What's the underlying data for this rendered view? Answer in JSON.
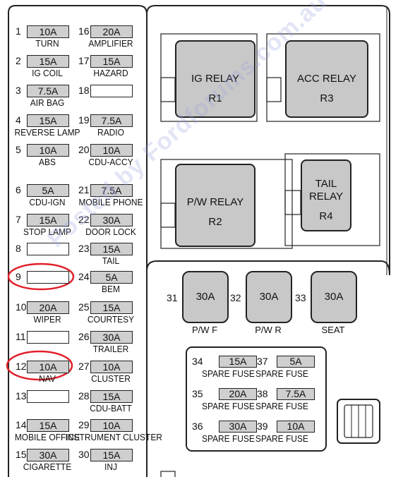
{
  "left_fuses": [
    {
      "num": "1",
      "value": "10A",
      "label": "TURN"
    },
    {
      "num": "2",
      "value": "15A",
      "label": "IG COIL"
    },
    {
      "num": "3",
      "value": "7.5A",
      "label": "AIR BAG"
    },
    {
      "num": "4",
      "value": "15A",
      "label": "REVERSE LAMP"
    },
    {
      "num": "5",
      "value": "10A",
      "label": "ABS"
    },
    {
      "num": "6",
      "value": "5A",
      "label": "CDU-IGN"
    },
    {
      "num": "7",
      "value": "15A",
      "label": "STOP LAMP"
    },
    {
      "num": "8",
      "value": "",
      "label": ""
    },
    {
      "num": "9",
      "value": "",
      "label": ""
    },
    {
      "num": "10",
      "value": "20A",
      "label": "WIPER"
    },
    {
      "num": "11",
      "value": "",
      "label": ""
    },
    {
      "num": "12",
      "value": "10A",
      "label": "NAV"
    },
    {
      "num": "13",
      "value": "",
      "label": ""
    },
    {
      "num": "14",
      "value": "15A",
      "label": "MOBILE OFFICE"
    },
    {
      "num": "15",
      "value": "30A",
      "label": "CIGARETTE"
    }
  ],
  "right_fuses": [
    {
      "num": "16",
      "value": "20A",
      "label": "AMPLIFIER"
    },
    {
      "num": "17",
      "value": "15A",
      "label": "HAZARD"
    },
    {
      "num": "18",
      "value": "",
      "label": ""
    },
    {
      "num": "19",
      "value": "7.5A",
      "label": "RADIO"
    },
    {
      "num": "20",
      "value": "10A",
      "label": "CDU-ACCY"
    },
    {
      "num": "21",
      "value": "7.5A",
      "label": "MOBILE PHONE"
    },
    {
      "num": "22",
      "value": "30A",
      "label": "DOOR LOCK"
    },
    {
      "num": "23",
      "value": "15A",
      "label": "TAIL"
    },
    {
      "num": "24",
      "value": "5A",
      "label": "BEM"
    },
    {
      "num": "25",
      "value": "15A",
      "label": "COURTESY"
    },
    {
      "num": "26",
      "value": "30A",
      "label": "TRAILER"
    },
    {
      "num": "27",
      "value": "10A",
      "label": "CLUSTER"
    },
    {
      "num": "28",
      "value": "15A",
      "label": "CDU-BATT"
    },
    {
      "num": "29",
      "value": "10A",
      "label": "INSTRUMENT CLUSTER"
    },
    {
      "num": "30",
      "value": "15A",
      "label": "INJ"
    }
  ],
  "relays": {
    "r1": {
      "line1": "IG RELAY",
      "line2": "R1"
    },
    "r3": {
      "line1": "ACC RELAY",
      "line2": "R3"
    },
    "r2": {
      "line1": "P/W RELAY",
      "line2": "R2"
    },
    "r4": {
      "line1": "TAIL",
      "line1b": "RELAY",
      "line2": "R4"
    }
  },
  "big_fuses": [
    {
      "num": "31",
      "value": "30A",
      "label": "P/W F"
    },
    {
      "num": "32",
      "value": "30A",
      "label": "P/W R"
    },
    {
      "num": "33",
      "value": "30A",
      "label": "SEAT"
    }
  ],
  "spare_fuses": [
    {
      "num": "34",
      "value": "15A",
      "label": "SPARE FUSE"
    },
    {
      "num": "37",
      "value": "5A",
      "label": "SPARE FUSE"
    },
    {
      "num": "35",
      "value": "20A",
      "label": "SPARE FUSE"
    },
    {
      "num": "38",
      "value": "7.5A",
      "label": "SPARE FUSE"
    },
    {
      "num": "36",
      "value": "30A",
      "label": "SPARE FUSE"
    },
    {
      "num": "39",
      "value": "10A",
      "label": "SPARE FUSE"
    }
  ],
  "watermark": "Posted by Fordforums.com.au",
  "colors": {
    "fuse_fill": "#cfcfcf",
    "highlight": "#e0202a",
    "watermark": "#96a0dc"
  }
}
